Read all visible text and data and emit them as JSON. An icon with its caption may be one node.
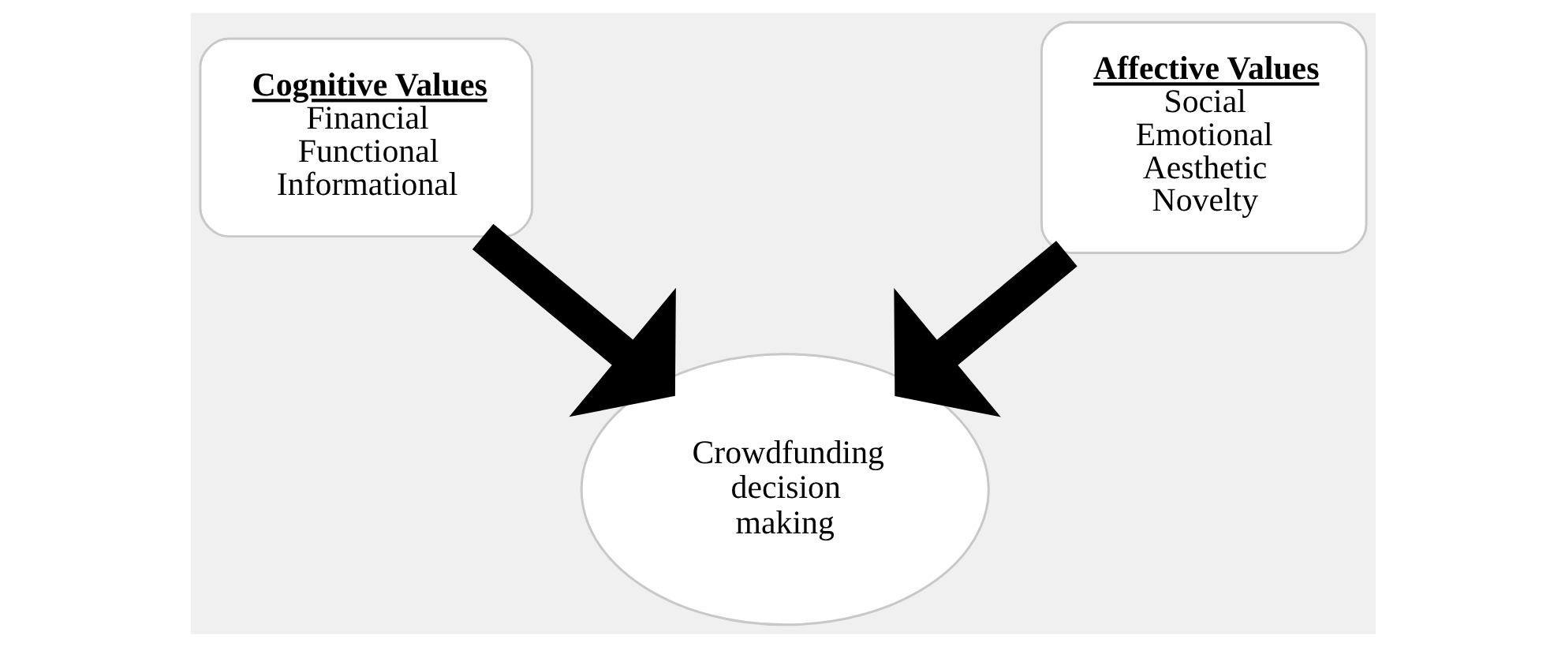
{
  "diagram": {
    "nodes": [
      {
        "text": [
          "Cognitive Values",
          "Financial",
          "Functional",
          "Informational"
        ]
      },
      {
        "text": [
          "Affective Values",
          "Social",
          "Emotional",
          "Aesthetic",
          "Novelty"
        ]
      },
      {
        "text": [
          "Crowdfunding decision making"
        ]
      }
    ],
    "edges": [
      {
        "from": 0,
        "to": 2,
        "arrow": "to"
      },
      {
        "from": 1,
        "to": 2,
        "arrow": "to"
      }
    ]
  }
}
